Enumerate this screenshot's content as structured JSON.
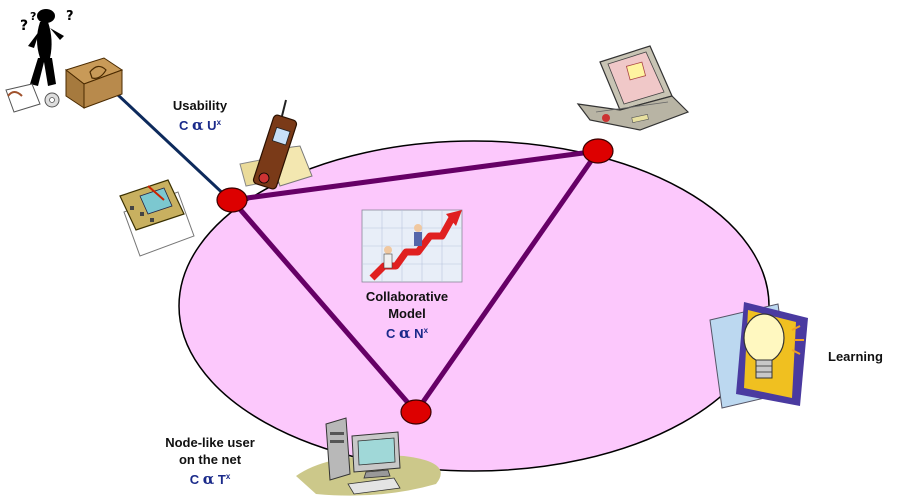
{
  "labels": {
    "usability": {
      "title": "Usability",
      "formula_left": "C",
      "formula_op": "α",
      "formula_var": "U",
      "formula_exp": "x"
    },
    "collaborative": {
      "title_line1": "Collaborative",
      "title_line2": "Model",
      "formula_left": "C",
      "formula_op": "α",
      "formula_var": "N",
      "formula_exp": "x"
    },
    "nodeuser": {
      "line1": "Node-like user",
      "line2": "on the net",
      "formula_left": "C",
      "formula_op": "α",
      "formula_var": "T",
      "formula_exp": "x"
    },
    "learning": {
      "title": "Learning"
    }
  },
  "colors": {
    "ellipse_fill": "#fcc8fc",
    "triangle": "#660066",
    "node_fill": "#dd0000",
    "connector": "#0d2a5c",
    "formula": "#1a2a8a"
  },
  "icons": [
    "confused-person-box-icon",
    "cell-phone-icon",
    "drawing-tablet-icon",
    "laptop-icon",
    "business-chart-icon",
    "lightbulb-icon",
    "desktop-computer-icon"
  ]
}
